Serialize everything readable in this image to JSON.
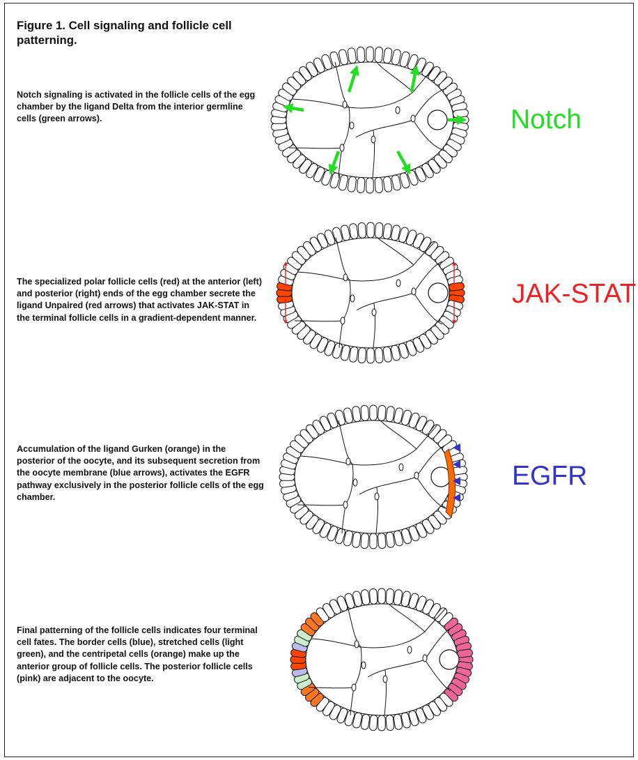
{
  "figure": {
    "title": "Figure 1.  Cell signaling and follicle cell patterning.",
    "panels": [
      {
        "caption": "Notch signaling is activated in the follicle cells of the egg chamber by the ligand Delta from the interior germline cells (green arrows).",
        "pathway_label": "Notch",
        "label_color": "#22dd22"
      },
      {
        "caption": "The specialized polar follicle cells (red) at the anterior (left) and posterior (right) ends of the egg chamber secrete the ligand Unpaired (red arrows) that activates JAK-STAT in the terminal follicle cells in a gradient-dependent manner.",
        "pathway_label": "JAK-STAT",
        "label_color": "#ee2222"
      },
      {
        "caption": "Accumulation of the ligand Gurken (orange) in the posterior of the oocyte, and its subsequent secretion from the oocyte membrane (blue arrows), activates the EGFR pathway exclusively in the posterior follicle cells of the egg chamber.",
        "pathway_label": "EGFR",
        "label_color": "#3333cc"
      },
      {
        "caption": "Final patterning of the follicle cells indicates four terminal cell fates.  The border cells (blue), stretched cells (light green), and the centripetal cells (orange) make up the anterior group of follicle cells. The posterior follicle cells (pink) are adjacent to the oocyte.",
        "pathway_label": "",
        "label_color": ""
      }
    ],
    "colors": {
      "notch_arrow": "#22dd22",
      "polar_cell": "#ff4400",
      "unpaired_arrow": "#ee2222",
      "gurken": "#ff6a00",
      "egfr_arrow": "#3333cc",
      "border_cell": "#bbbbee",
      "stretched_cell": "#cceecc",
      "centripetal_cell": "#ff7722",
      "posterior_cell": "#ee6699"
    }
  }
}
